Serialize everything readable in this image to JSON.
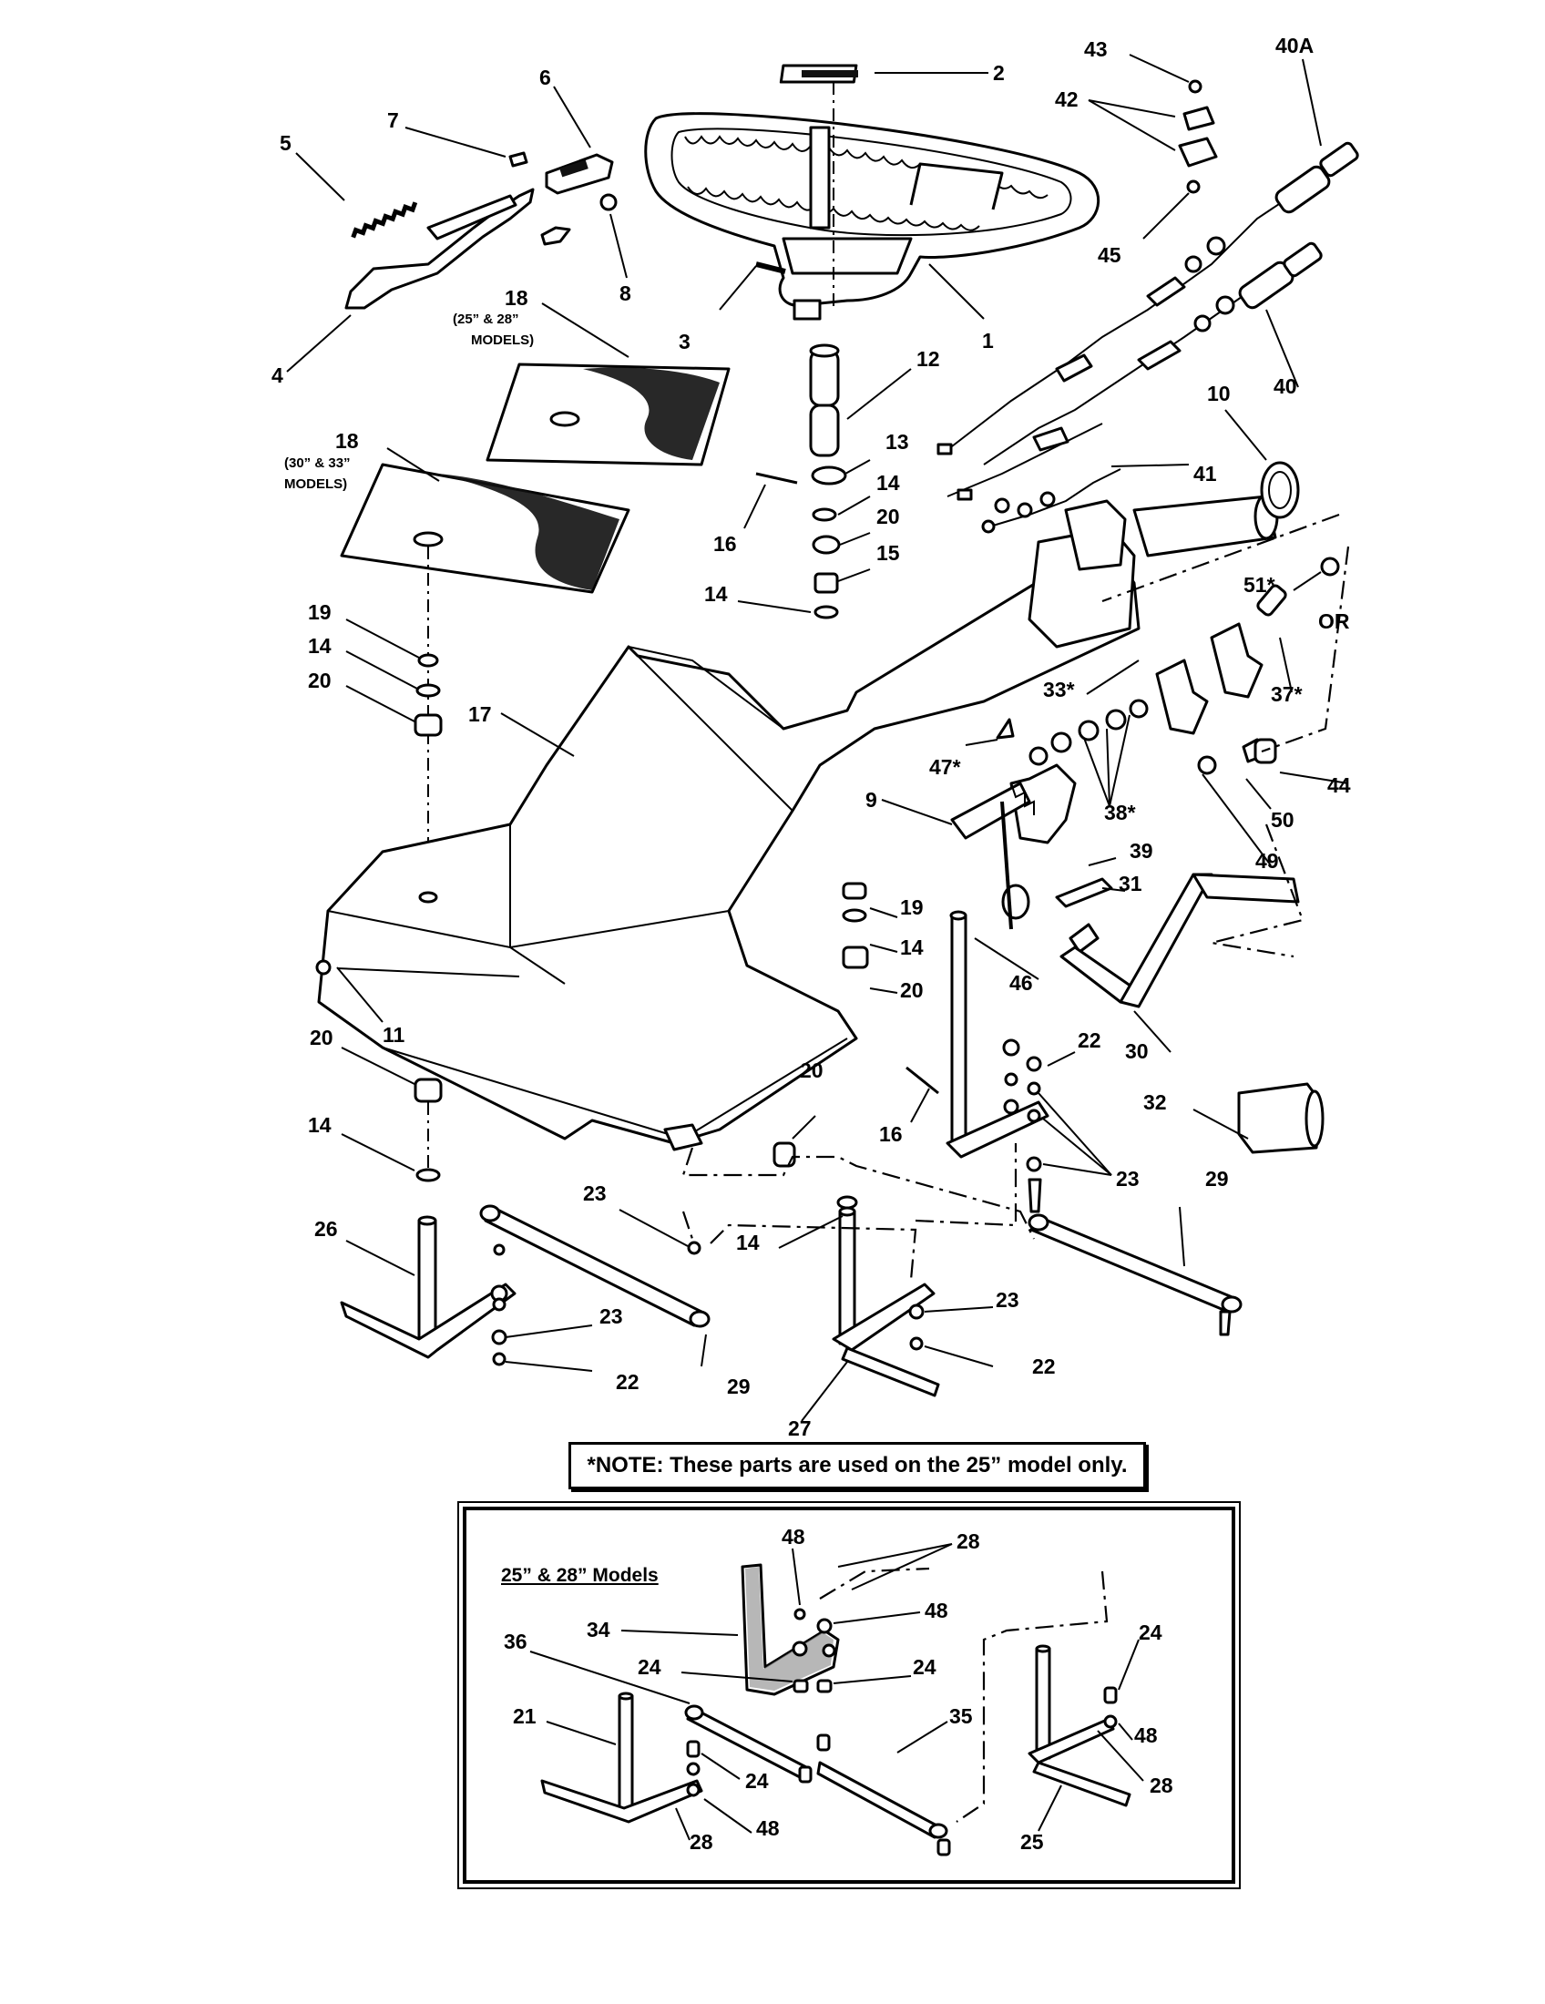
{
  "note": "*NOTE: These parts are used on the 25” model only.",
  "inset_title": "25” & 28” Models",
  "mat_small_note": [
    "(25” & 28”",
    "MODELS)"
  ],
  "mat_large_note": [
    "(30” & 33”",
    "MODELS)"
  ],
  "callouts": {
    "c1": "1",
    "c2": "2",
    "c3": "3",
    "c4": "4",
    "c5": "5",
    "c6": "6",
    "c7": "7",
    "c8": "8",
    "c9": "9",
    "c10": "10",
    "c11": "11",
    "c12": "12",
    "c13": "13",
    "c14a": "14",
    "c14b": "14",
    "c14c": "14",
    "c14d": "14",
    "c14e": "14",
    "c14f": "14",
    "c15": "15",
    "c16a": "16",
    "c16b": "16",
    "c17": "17",
    "c18a": "18",
    "c18b": "18",
    "c19a": "19",
    "c19b": "19",
    "c20a": "20",
    "c20b": "20",
    "c20c": "20",
    "c20d": "20",
    "c20e": "20",
    "c21": "21",
    "c22a": "22",
    "c22b": "22",
    "c22c": "22",
    "c23a": "23",
    "c23b": "23",
    "c23c": "23",
    "c23d": "23",
    "c24a": "24",
    "c24b": "24",
    "c24c": "24",
    "c24d": "24",
    "c25": "25",
    "c26": "26",
    "c27": "27",
    "c28a": "28",
    "c28b": "28",
    "c28c": "28",
    "c29a": "29",
    "c29b": "29",
    "c30": "30",
    "c31": "31",
    "c32": "32",
    "c33": "33*",
    "c34": "34",
    "c35": "35",
    "c36": "36",
    "c37": "37*",
    "c38": "38*",
    "c39": "39",
    "c40": "40",
    "c40a": "40A",
    "c41": "41",
    "c42": "42",
    "c43": "43",
    "c44": "44",
    "c45": "45",
    "c46": "46",
    "c47": "47*",
    "c48a": "48",
    "c48b": "48",
    "c48c": "48",
    "c48d": "48",
    "c49": "49",
    "c50": "50",
    "c51": "51*",
    "or": "OR"
  }
}
